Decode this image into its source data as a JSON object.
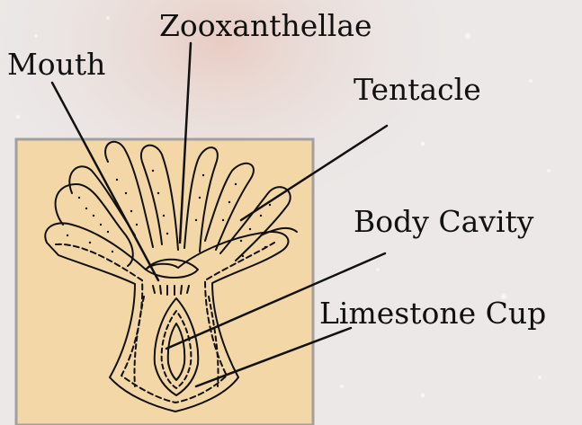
{
  "labels": {
    "zooxanthellae": "Zooxanthellae",
    "mouth": "Mouth",
    "tentacle": "Tentacle",
    "body_cavity": "Body Cavity",
    "limestone_cup": "Limestone Cup"
  },
  "colors": {
    "panel_fill": "#f3d7a7",
    "panel_border": "#a0a0a0",
    "ink": "#111111"
  }
}
